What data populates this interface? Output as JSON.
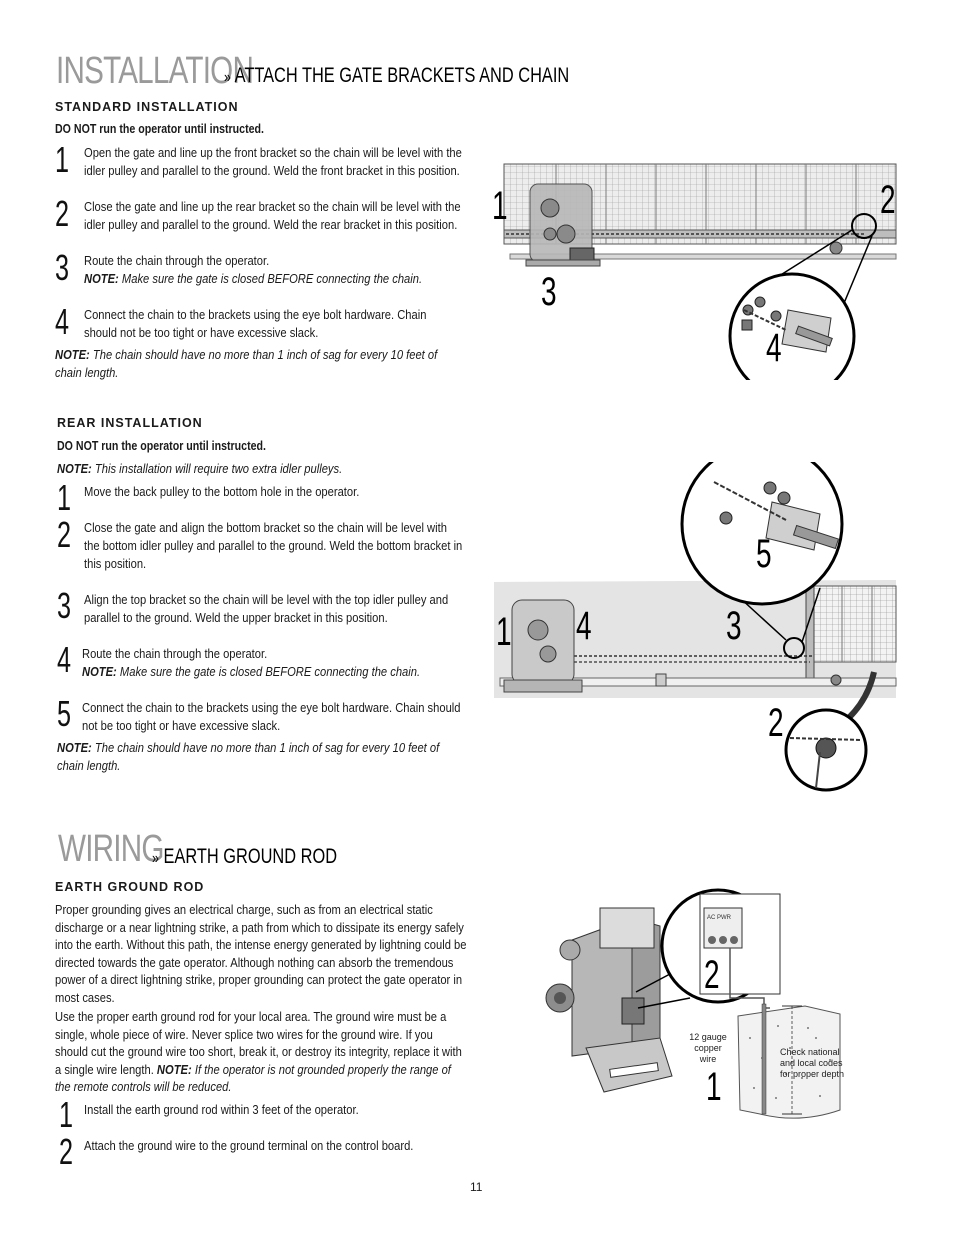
{
  "installation": {
    "title": "INSTALLATION",
    "subtitle_prefix": "»",
    "subtitle": "ATTACH THE GATE BRACKETS AND CHAIN",
    "standard": {
      "heading": "STANDARD INSTALLATION",
      "warning": "DO NOT run the operator until instructed.",
      "steps": [
        {
          "num": "1",
          "text": "Open the gate and line up the front bracket so the chain will be level with the idler pulley and parallel to the ground. Weld the front bracket in this position."
        },
        {
          "num": "2",
          "text": "Close the gate and line up the rear bracket so the chain will be level with the idler pulley and parallel to the ground. Weld the rear bracket in this position."
        },
        {
          "num": "3",
          "text": "Route the chain through the operator.",
          "note_label": "NOTE:",
          "note": "Make sure the gate is closed BEFORE connecting the chain."
        },
        {
          "num": "4",
          "text": "Connect the chain to the brackets using the eye bolt hardware. Chain should not be too tight or have excessive slack."
        }
      ],
      "note_label": "NOTE:",
      "note": "The chain should have no more than 1 inch of sag for every 10 feet of chain length.",
      "figure_labels": [
        "1",
        "2",
        "3",
        "4"
      ]
    },
    "rear": {
      "heading": "REAR INSTALLATION",
      "warning": "DO NOT run the operator until instructed.",
      "intro_note_label": "NOTE:",
      "intro_note": "This installation will require two extra idler pulleys.",
      "steps": [
        {
          "num": "1",
          "text": "Move the back pulley to the bottom hole in the operator."
        },
        {
          "num": "2",
          "text": "Close the gate and align the bottom bracket so the chain will be level with the bottom idler pulley and parallel to the ground. Weld the bottom bracket in this position."
        },
        {
          "num": "3",
          "text": "Align the top bracket so the chain will be level with the top idler pulley and parallel to the ground. Weld the upper bracket in this position."
        },
        {
          "num": "4",
          "text": "Route the chain through the operator.",
          "note_label": "NOTE:",
          "note": "Make sure the gate is closed BEFORE connecting the chain."
        },
        {
          "num": "5",
          "text": "Connect the chain to the brackets using the eye bolt hardware. Chain should not be too tight or have excessive slack."
        }
      ],
      "note_label": "NOTE:",
      "note": "The chain should have no more than 1 inch of sag for every 10 feet of chain length.",
      "figure_labels": [
        "1",
        "2",
        "3",
        "4",
        "5"
      ]
    }
  },
  "wiring": {
    "title": "WIRING",
    "subtitle_prefix": "»",
    "subtitle": "EARTH GROUND ROD",
    "heading": "EARTH GROUND ROD",
    "para1": "Proper grounding gives an electrical charge, such as from an electrical static discharge or a near lightning strike, a path from which to dissipate its energy safely into the earth. Without this path, the intense energy generated by lightning could be directed towards the gate operator. Although nothing can absorb the tremendous power of a direct lightning strike, proper grounding can protect the gate operator in most cases.",
    "para2_text": "Use the proper earth ground rod for your local area. The ground wire must be a single, whole piece of wire. Never splice two wires for the ground wire. If you should cut the ground wire too short, break it, or destroy its integrity, replace it with a single wire length.",
    "para2_note_label": "NOTE:",
    "para2_note": "If the operator is not grounded properly the range of the remote controls will be reduced.",
    "steps": [
      {
        "num": "1",
        "text": "Install the earth ground rod within 3 feet of the operator."
      },
      {
        "num": "2",
        "text": "Attach the ground wire to the ground terminal on the control board."
      }
    ],
    "figure": {
      "labels": [
        "2",
        "1"
      ],
      "wire_label": "12 gauge copper wire",
      "depth_label": "Check national and local codes for proper depth",
      "board_label": "AC PWR"
    }
  },
  "page_number": "11"
}
